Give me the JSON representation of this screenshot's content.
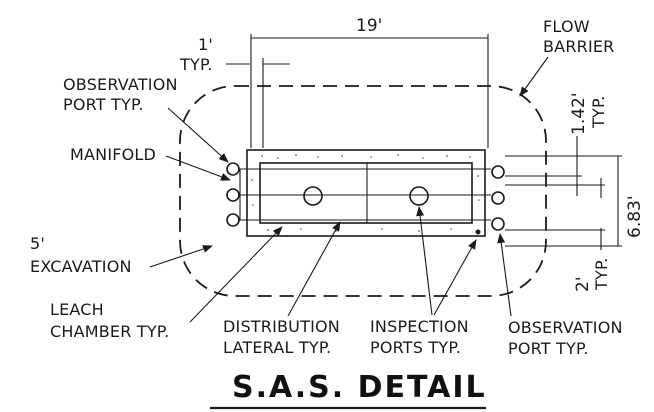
{
  "diagram": {
    "title": "S.A.S. DETAIL",
    "dimensions": {
      "length": "19'",
      "side_offset_1": "1'",
      "side_offset_2": "TYP.",
      "lateral_spacing_1": "1.42'",
      "lateral_spacing_2": "TYP.",
      "overall_width": "6.83'",
      "edge_spacing_1": "2'",
      "edge_spacing_2": "TYP."
    },
    "labels": {
      "flow_barrier_1": "FLOW",
      "flow_barrier_2": "BARRIER",
      "observation_port_left_1": "OBSERVATION",
      "observation_port_left_2": "PORT TYP.",
      "manifold": "MANIFOLD",
      "excavation_1": "5'",
      "excavation_2": "EXCAVATION",
      "leach_chamber_1": "LEACH",
      "leach_chamber_2": "CHAMBER TYP.",
      "distribution_lateral_1": "DISTRIBUTION",
      "distribution_lateral_2": "LATERAL TYP.",
      "inspection_ports_1": "INSPECTION",
      "inspection_ports_2": "PORTS TYP.",
      "observation_port_right_1": "OBSERVATION",
      "observation_port_right_2": "PORT TYP."
    }
  }
}
